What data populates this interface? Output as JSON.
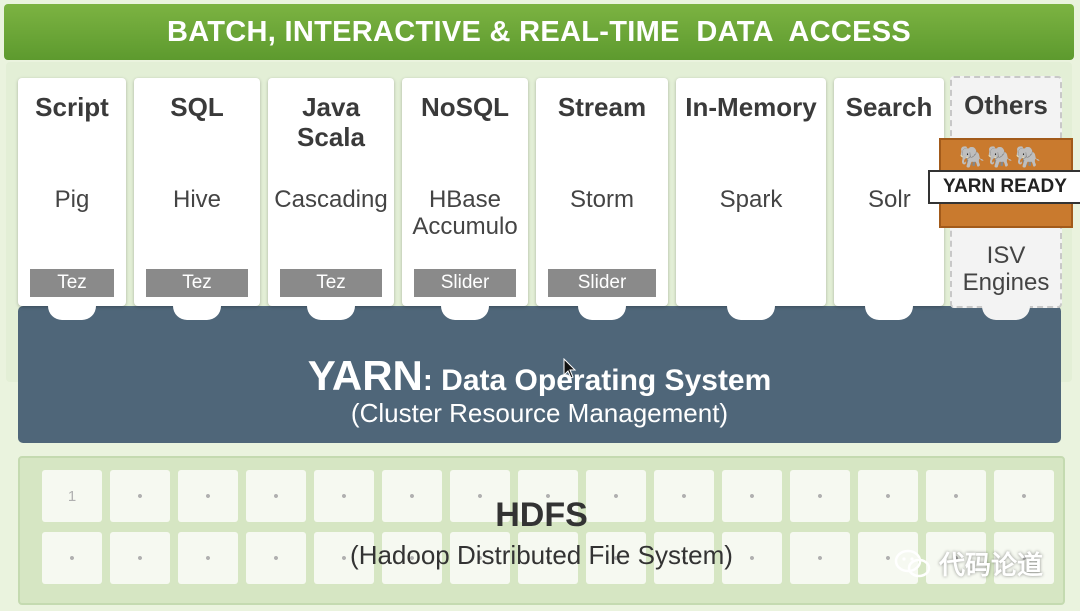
{
  "header": {
    "title": "BATCH, INTERACTIVE & REAL-TIME  DATA  ACCESS"
  },
  "columns": [
    {
      "title": "Script",
      "tool": "Pig",
      "badge": "Tez"
    },
    {
      "title": "SQL",
      "tool": "Hive",
      "badge": "Tez"
    },
    {
      "title": "Java\nScala",
      "tool": "Cascading",
      "badge": "Tez"
    },
    {
      "title": "NoSQL",
      "tool": "HBase\nAccumulo",
      "badge": "Slider"
    },
    {
      "title": "Stream",
      "tool": "Storm",
      "badge": "Slider"
    },
    {
      "title": "In-Memory",
      "tool": "Spark"
    },
    {
      "title": "Search",
      "tool": "Solr"
    },
    {
      "title": "Others",
      "tool": "ISV\nEngines"
    }
  ],
  "yarn_ready": {
    "label": "YARN READY",
    "icon": "elephants-icon"
  },
  "yarn": {
    "name": "YARN",
    "title_rest": ": Data Operating System",
    "subtitle": "(Cluster Resource Management)"
  },
  "hdfs": {
    "title": "HDFS",
    "subtitle": "(Hadoop Distributed File System)",
    "first_block_label": "1",
    "block_marker": "•"
  },
  "watermark": {
    "text": "代码论道",
    "icon": "wechat-icon"
  },
  "colors": {
    "header_green": "#6aa536",
    "yarn_band": "#4f6679",
    "badge_gray": "#8a8a8a",
    "yarn_ready_orange": "#c97a2e",
    "hdfs_green": "#d6e6c3"
  }
}
